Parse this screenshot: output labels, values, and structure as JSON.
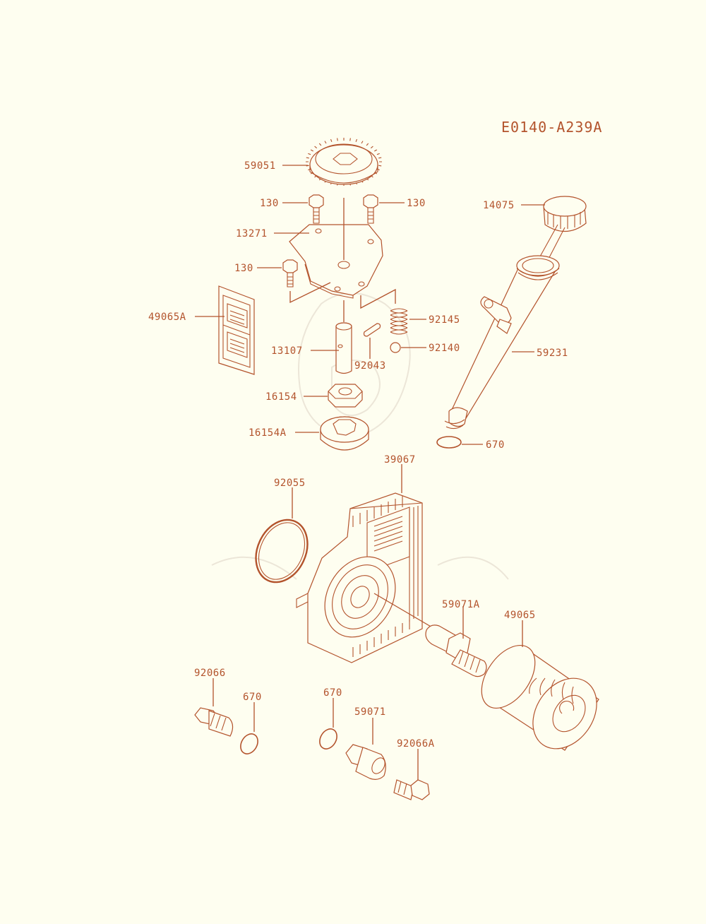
{
  "diagram_id": "E0140-A239A",
  "parts": {
    "p59051": "59051",
    "p130a": "130",
    "p130b": "130",
    "p130c": "130",
    "p13271": "13271",
    "p14075": "14075",
    "p49065A": "49065A",
    "p92145": "92145",
    "p92140": "92140",
    "p13107": "13107",
    "p92043": "92043",
    "p59231": "59231",
    "p16154": "16154",
    "p16154A": "16154A",
    "p670a": "670",
    "p39067": "39067",
    "p92055": "92055",
    "p59071A": "59071A",
    "p49065": "49065",
    "p92066": "92066",
    "p670b": "670",
    "p670c": "670",
    "p59071": "59071",
    "p92066A": "92066A"
  },
  "colors": {
    "line": "#b3532c",
    "background": "#fefef0",
    "watermark": "#ece6d8"
  }
}
